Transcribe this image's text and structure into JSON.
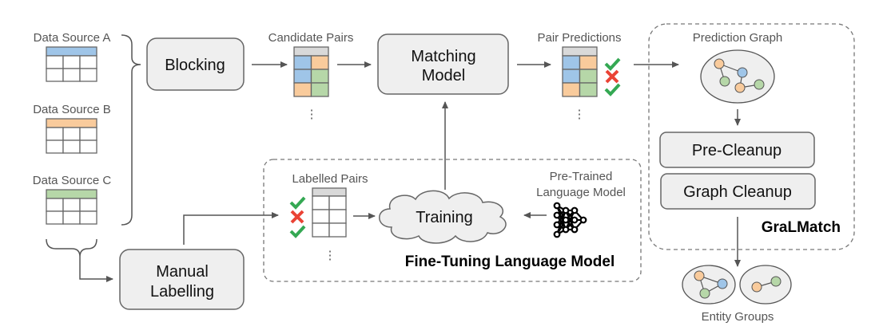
{
  "sources": [
    {
      "label": "Data Source A",
      "color": "#9fc5e8"
    },
    {
      "label": "Data Source B",
      "color": "#f9cb9c"
    },
    {
      "label": "Data Source C",
      "color": "#b6d7a8"
    }
  ],
  "blocking": {
    "label": "Blocking"
  },
  "candidate_pairs": {
    "label": "Candidate Pairs",
    "ellipsis": "⋮"
  },
  "matching_model": {
    "line1": "Matching",
    "line2": "Model"
  },
  "pair_predictions": {
    "label": "Pair Predictions",
    "ellipsis": "⋮",
    "marks": [
      "check",
      "cross",
      "check"
    ]
  },
  "gralmatch": {
    "title": "GraLMatch",
    "prediction_graph": "Prediction Graph",
    "pre_cleanup": "Pre-Cleanup",
    "graph_cleanup": "Graph Cleanup",
    "entity_groups": "Entity Groups"
  },
  "fine_tuning": {
    "title": "Fine-Tuning Language Model",
    "labelled_pairs": "Labelled Pairs",
    "ellipsis": "⋮",
    "training": "Training",
    "pretrained_line1": "Pre-Trained",
    "pretrained_line2": "Language Model",
    "marks": [
      "check",
      "cross",
      "check"
    ]
  },
  "manual_labelling": {
    "line1": "Manual",
    "line2": "Labelling"
  },
  "colors": {
    "blue": "#9fc5e8",
    "orange": "#f9cb9c",
    "green": "#b6d7a8",
    "header": "#d9d9d9",
    "check": "#34a853",
    "cross": "#ea4335"
  }
}
